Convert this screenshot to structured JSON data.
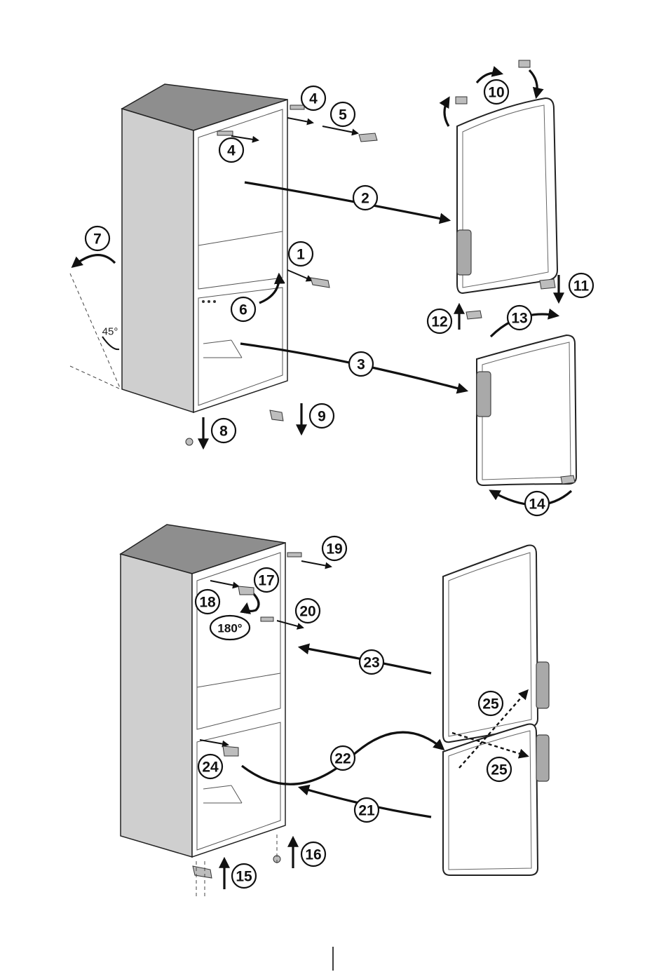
{
  "steps_top": [
    "1",
    "2",
    "3",
    "4",
    "4",
    "5",
    "6",
    "7",
    "8",
    "9",
    "10",
    "11",
    "12",
    "13",
    "14"
  ],
  "steps_bottom": [
    "15",
    "16",
    "17",
    "18",
    "19",
    "20",
    "21",
    "22",
    "23",
    "24",
    "25",
    "25"
  ],
  "angle_label": "45°",
  "rotation_label": "180°",
  "colors": {
    "ink": "#111111",
    "cabinet_side": "#cfcfcf",
    "cabinet_top": "#8e8e8e",
    "handle": "#a9a9a9"
  }
}
